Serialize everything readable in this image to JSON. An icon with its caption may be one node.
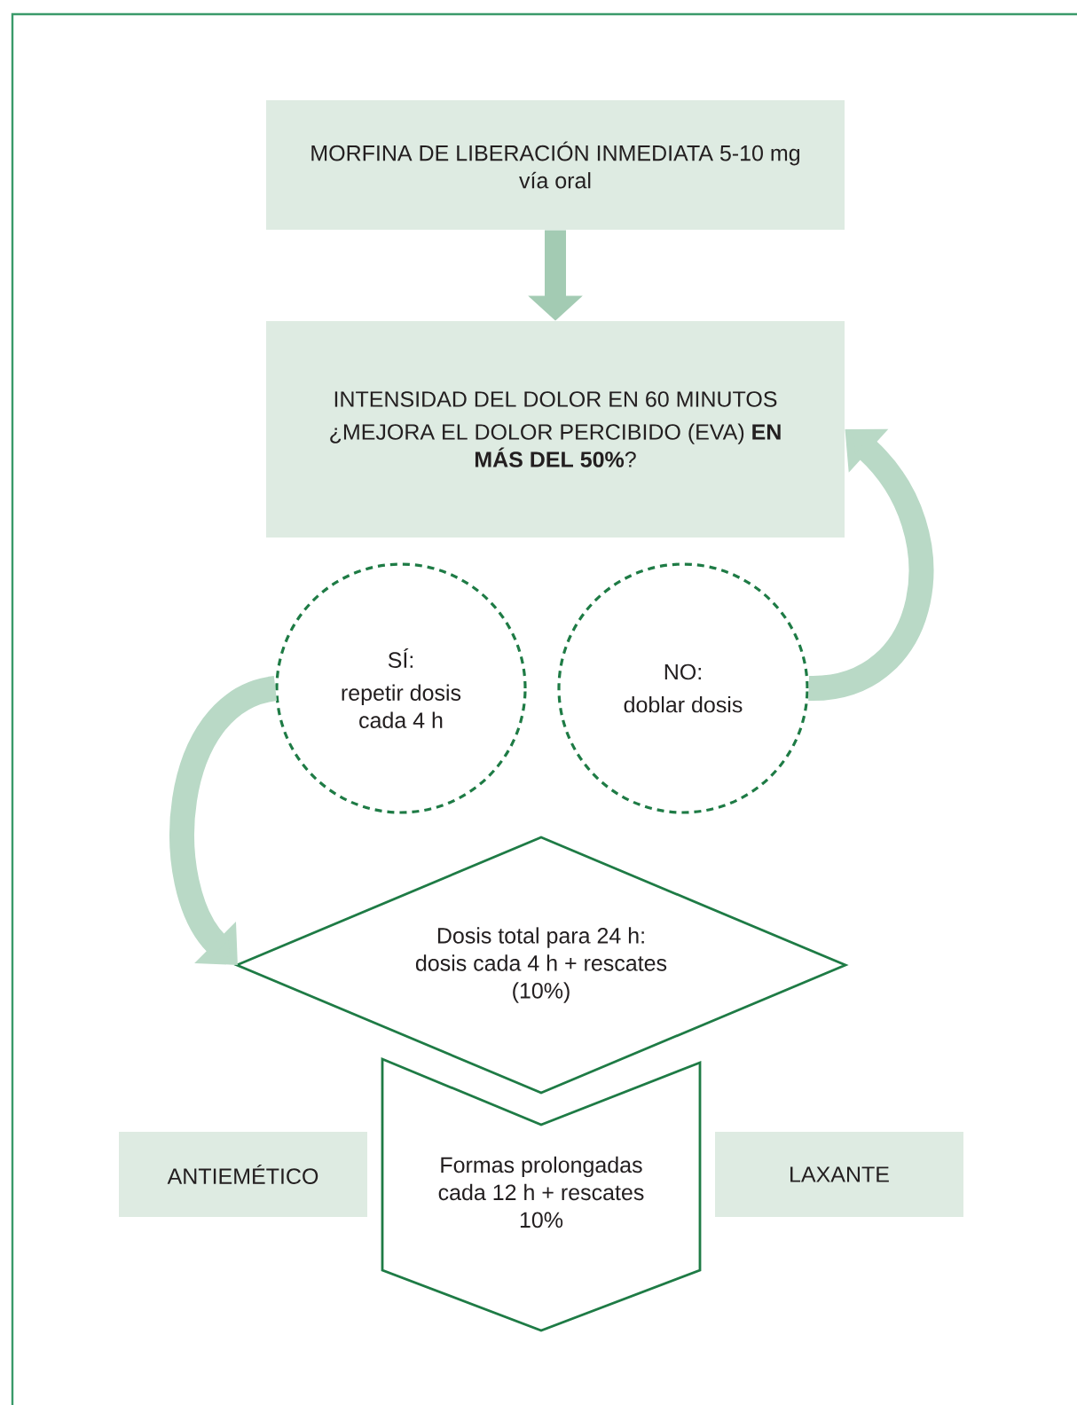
{
  "diagram": {
    "nodes": [
      {
        "text": [
          "MORFINA DE LIBERACIÓN INMEDIATA 5-10 mg vía oral"
        ]
      },
      {
        "text": [
          "INTENSIDAD DEL DOLOR EN 60 MINUTOS",
          "¿MEJORA EL DOLOR PERCIBIDO (EVA) **EN MÁS DEL 50%**?"
        ]
      },
      {
        "text": [
          "SÍ:",
          "repetir dosis cada 4 h"
        ]
      },
      {
        "text": [
          "NO:",
          "doblar dosis"
        ]
      },
      {
        "text": [
          "Dosis total para 24 h: dosis cada 4 h + rescates (10%)"
        ]
      },
      {
        "text": [
          "Formas prolongadas cada 12 h + rescates 10%"
        ]
      },
      {
        "text": [
          "ANTIEMÉTICO"
        ]
      },
      {
        "text": [
          "LAXANTE"
        ]
      }
    ],
    "edges": [
      {
        "from": 0,
        "to": 1,
        "arrow": "to"
      },
      {
        "from": 2,
        "to": 4,
        "arrow": "to"
      },
      {
        "from": 3,
        "to": 1,
        "arrow": "to"
      }
    ]
  }
}
